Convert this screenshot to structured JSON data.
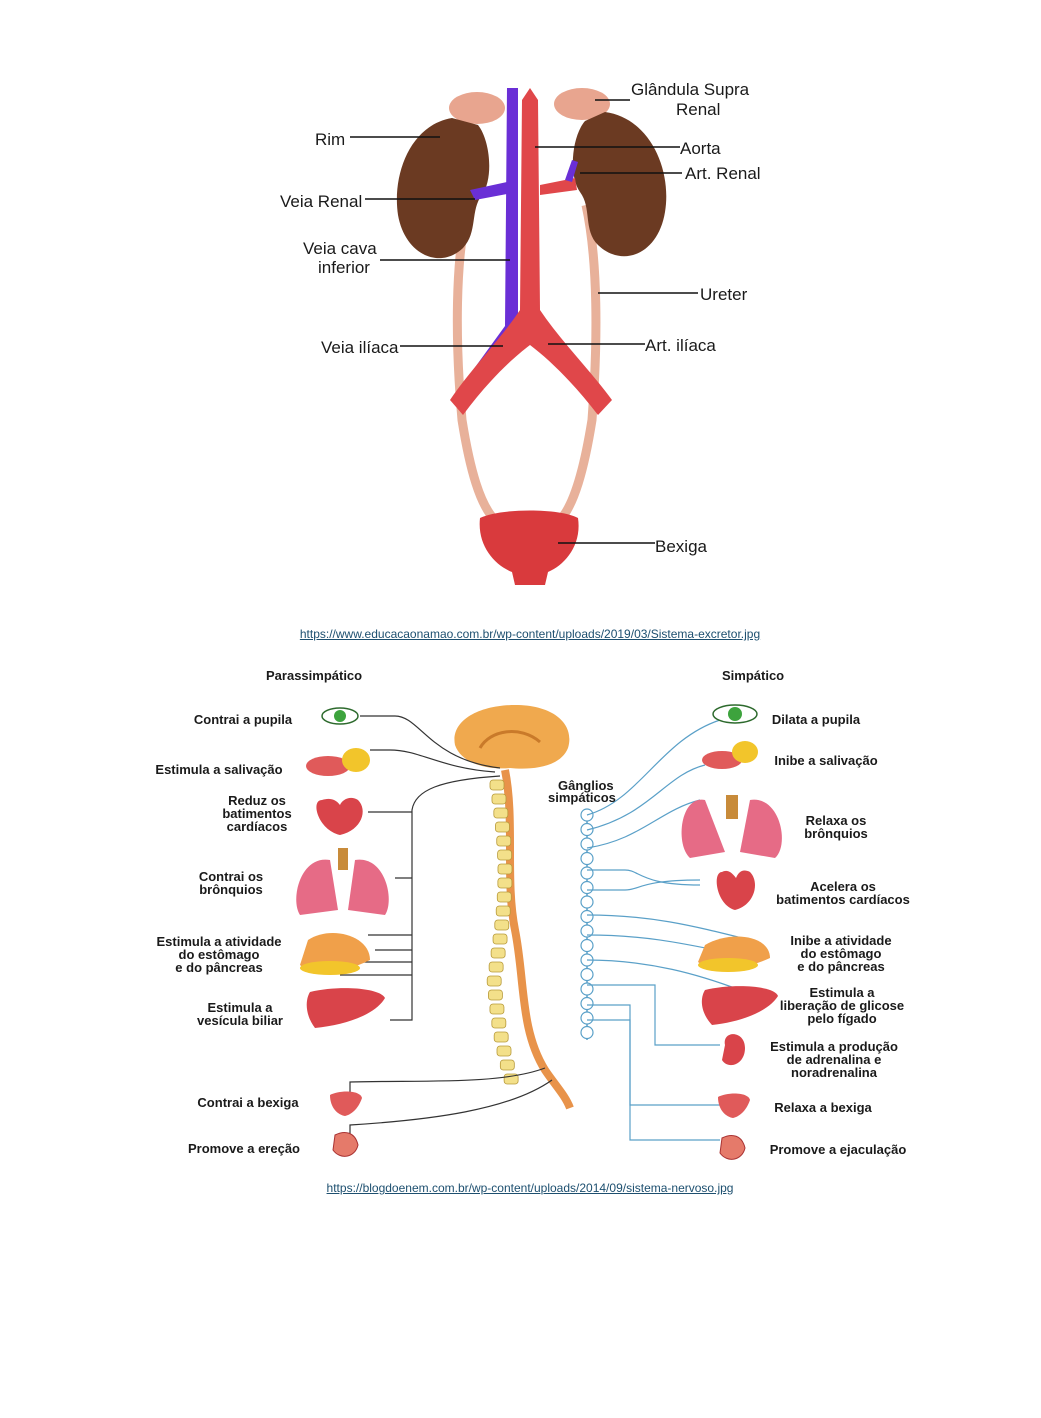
{
  "excretory": {
    "labels": {
      "adrenal": [
        "Glândula Supra",
        "Renal"
      ],
      "rim": "Rim",
      "aorta": "Aorta",
      "art_renal": "Art. Renal",
      "veia_renal": "Veia Renal",
      "veia_cava": [
        "Veia cava",
        "inferior"
      ],
      "ureter": "Ureter",
      "veia_iliaca": "Veia ilíaca",
      "art_iliaca": "Art. ilíaca",
      "bexiga": "Bexiga"
    },
    "source": "https://www.educacaonamao.com.br/wp-content/uploads/2019/03/Sistema-excretor.jpg"
  },
  "nervous": {
    "headers": {
      "left": "Parassimpático",
      "right": "Simpático"
    },
    "ganglia_label": [
      "Gânglios",
      "simpáticos"
    ],
    "left": [
      [
        "Contrai a pupila"
      ],
      [
        "Estimula a salivação"
      ],
      [
        "Reduz os",
        "batimentos",
        "cardíacos"
      ],
      [
        "Contrai os",
        "brônquios"
      ],
      [
        "Estimula a atividade",
        "do estômago",
        "e do pâncreas"
      ],
      [
        "Estimula a",
        "vesícula biliar"
      ],
      [
        "Contrai a bexiga"
      ],
      [
        "Promove a ereção"
      ]
    ],
    "right": [
      [
        "Dilata a pupila"
      ],
      [
        "Inibe a salivação"
      ],
      [
        "Relaxa os",
        "brônquios"
      ],
      [
        "Acelera os",
        "batimentos cardíacos"
      ],
      [
        "Inibe a atividade",
        "do estômago",
        "e do pâncreas"
      ],
      [
        "Estimula a",
        "liberação de glicose",
        "pelo fígado"
      ],
      [
        "Estimula a produção",
        "de adrenalina e",
        "noradrenalina"
      ],
      [
        "Relaxa a bexiga"
      ],
      [
        "Promove a ejaculação"
      ]
    ],
    "source": "https://blogdoenem.com.br/wp-content/uploads/2014/09/sistema-nervoso.jpg"
  },
  "colors": {
    "kidney": "#6b3a22",
    "adrenal": "#e8a58f",
    "artery": "#e0474a",
    "vein": "#6a2fd6",
    "ureter": "#e8b19a",
    "bladder": "#d93a3d",
    "nerve_sym": "#5aa0c8",
    "nerve_para": "#333333",
    "brain": "#f0a94e",
    "vertebra": "#f3e08a"
  }
}
